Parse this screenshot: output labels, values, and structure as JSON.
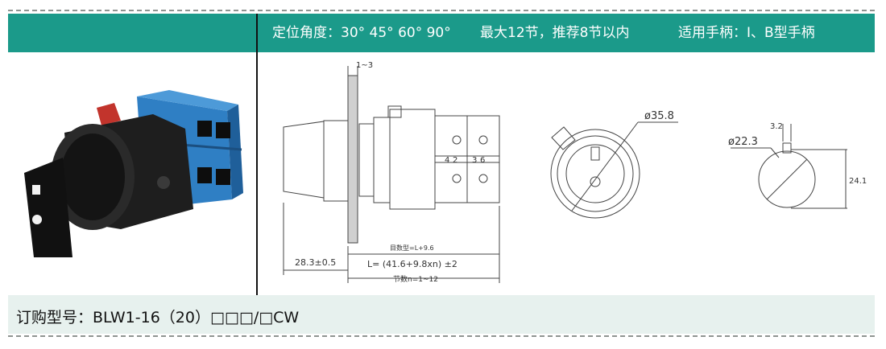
{
  "header": {
    "angles": "定位角度：30° 45° 60° 90°",
    "sections": "最大12节，推荐8节以内",
    "handles": "适用手柄：I、B型手柄"
  },
  "drawing": {
    "panel_thickness": "1~3",
    "front_length": "28.3±0.5",
    "length_a": "目数型=L+9.6",
    "length_formula": "L= (41.6+9.8xn) ±2",
    "sections_n": "节数n=1~12",
    "module_labels": [
      "4",
      "2",
      "3",
      "6"
    ],
    "front_diameter": "ø35.8",
    "cutout_diameter": "ø22.3",
    "key_width": "3.2",
    "cutout_height": "24.1"
  },
  "footer": {
    "order_code": "订购型号：BLW1-16（20）□□□/□CW"
  },
  "colors": {
    "header_band": "#1b9a8a",
    "footer_band": "#e7f1ee",
    "switch_body": "#1e1e1e",
    "switch_module": "#2f7fc4",
    "indicator": "#c2342c"
  }
}
